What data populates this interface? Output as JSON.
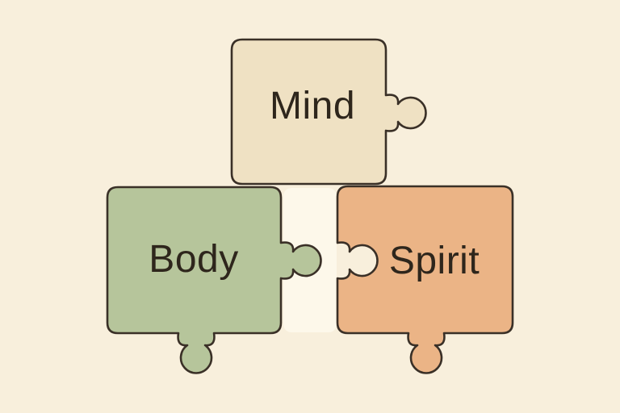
{
  "background": {
    "color": "#f8efdc",
    "gap_highlight_color": "#fdf8ea"
  },
  "outline_color": "#3a3027",
  "text_color": "#2e261c",
  "pieces": [
    {
      "label": "Mind",
      "fill": "#efe1c3",
      "position": "top-center"
    },
    {
      "label": "Body",
      "fill": "#b6c59b",
      "position": "bottom-left"
    },
    {
      "label": "Spirit",
      "fill": "#ebb486",
      "position": "bottom-right"
    }
  ]
}
